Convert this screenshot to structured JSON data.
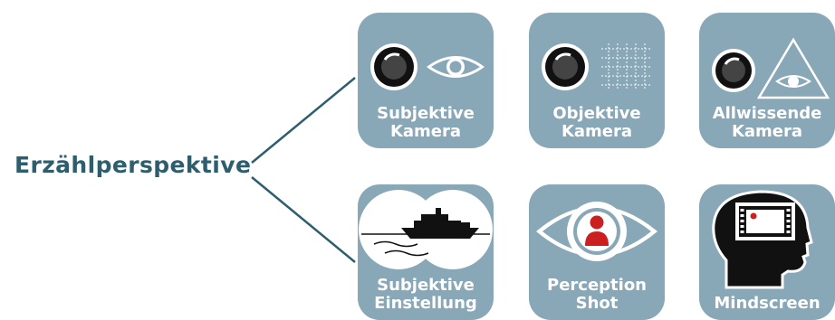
{
  "root": {
    "label": "Erzählperspektive"
  },
  "colors": {
    "tile": "#88a7b7",
    "connector": "#2d5e6e",
    "accent": "#cc1f1f"
  },
  "tiles": [
    {
      "line1": "Subjektive",
      "line2": "Kamera",
      "icon": "lens-and-eye-icon"
    },
    {
      "line1": "Objektive",
      "line2": "Kamera",
      "icon": "lens-and-grid-icon"
    },
    {
      "line1": "Allwissende",
      "line2": "Kamera",
      "icon": "lens-and-eye-triangle-icon"
    },
    {
      "line1": "Subjektive",
      "line2": "Einstellung",
      "icon": "binocular-ship-icon"
    },
    {
      "line1": "Perception",
      "line2": "Shot",
      "icon": "eye-with-figure-icon"
    },
    {
      "line1": "Mindscreen",
      "icon": "head-with-screen-icon"
    }
  ]
}
